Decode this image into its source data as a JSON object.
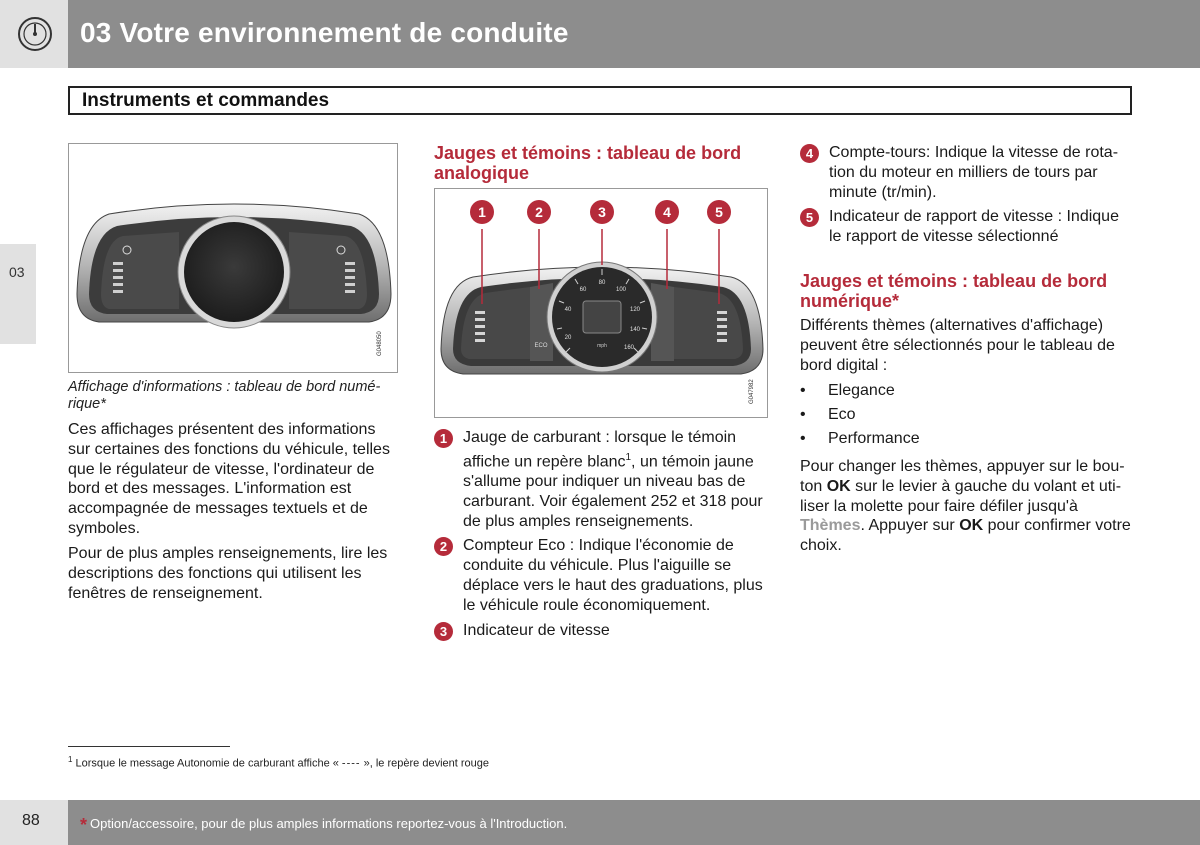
{
  "header": {
    "chapter_title": "03 Votre environnement de conduite",
    "icon": "gauge-icon"
  },
  "section": {
    "title": "Instruments et commandes"
  },
  "side_tab": {
    "label": "03"
  },
  "column1": {
    "figure_code": "G048050",
    "caption": "Affichage d'informations : tableau de bord numé-rique*",
    "paragraph1": "Ces affichages présentent des informations sur certaines des fonctions du véhicule, telles que le régulateur de vitesse, l'ordinateur de bord et des messages. L'information est accompagnée de messages textuels et de symboles.",
    "paragraph2": "Pour de plus amples renseignements, lire les descriptions des fonctions qui utilisent les fenêtres de renseignement."
  },
  "column2": {
    "heading": "Jauges et témoins : tableau de bord analogique",
    "figure_code": "G047982",
    "figure_callouts": [
      "1",
      "2",
      "3",
      "4",
      "5"
    ],
    "gauge_labels": {
      "speed": [
        "20",
        "40",
        "60",
        "80",
        "100",
        "120",
        "140",
        "160"
      ],
      "eco": "ECO",
      "unit": "mph"
    },
    "items": [
      {
        "num": "1",
        "text_a": "Jauge de carburant : lorsque le témoin affiche un repère blanc",
        "sup": "1",
        "text_b": ", un témoin jaune s'allume pour indiquer un niveau bas de carburant. Voir également 252 et 318 pour de plus amples renseignements."
      },
      {
        "num": "2",
        "text": "Compteur Eco : Indique l'économie de conduite du véhicule. Plus l'aiguille se déplace vers le haut des graduations, plus le véhicule roule économiquement."
      },
      {
        "num": "3",
        "text": "Indicateur de vitesse"
      }
    ]
  },
  "column3": {
    "items": [
      {
        "num": "4",
        "text": "Compte-tours: Indique la vitesse de rota-tion du moteur en milliers de tours par minute (tr/min)."
      },
      {
        "num": "5",
        "text": "Indicateur de rapport de vitesse : Indique le rapport de vitesse sélectionné"
      }
    ],
    "heading": "Jauges et témoins : tableau de bord numérique*",
    "intro": "Différents thèmes (alternatives d'affichage) peuvent être sélectionnés pour le tableau de bord digital :",
    "themes": [
      "Elegance",
      "Eco",
      "Performance"
    ],
    "instr_1": "Pour changer les thèmes, appuyer sur le bou-ton ",
    "instr_ok1": "OK",
    "instr_2": " sur le levier à gauche du volant et uti-liser la molette pour faire défiler jusqu'à ",
    "instr_themes": "Thèmes",
    "instr_3": ". Appuyer sur ",
    "instr_ok2": "OK",
    "instr_4": " pour confirmer votre choix."
  },
  "footnote": {
    "num": "1",
    "text_a": " Lorsque le message Autonomie de carburant affiche « ",
    "dashes": "----",
    "text_b": " », le repère devient rouge"
  },
  "footer": {
    "page_number": "88",
    "star": "*",
    "text": "Option/accessoire, pour de plus amples informations reportez-vous à l'Introduction."
  },
  "colors": {
    "accent": "#b52b3a",
    "header_gray": "#8d8d8d",
    "light_gray": "#e1e1e1"
  }
}
